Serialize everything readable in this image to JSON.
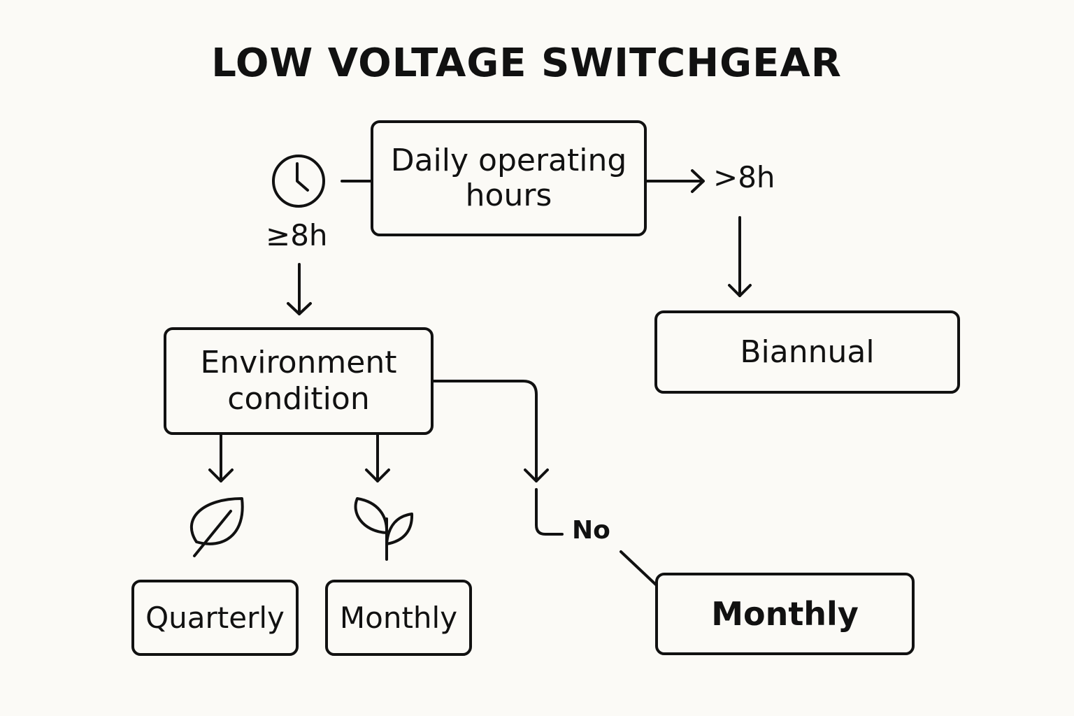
{
  "title": "LOW VOLTAGE SWITCHGEAR",
  "nodes": {
    "daily_hours": "Daily operating hours",
    "environment": "Environment condition",
    "biannual": "Biannual",
    "quarterly": "Quarterly",
    "monthly_plant": "Monthly",
    "monthly_no": "Monthly"
  },
  "edge_labels": {
    "gte_8h": "≥8h",
    "gt_8h": ">8h",
    "no": "No"
  },
  "icons": {
    "clock": "clock-icon",
    "leaf": "leaf-icon",
    "sprout": "sprout-icon"
  },
  "colors": {
    "background": "#fbfaf6",
    "stroke": "#111111"
  }
}
